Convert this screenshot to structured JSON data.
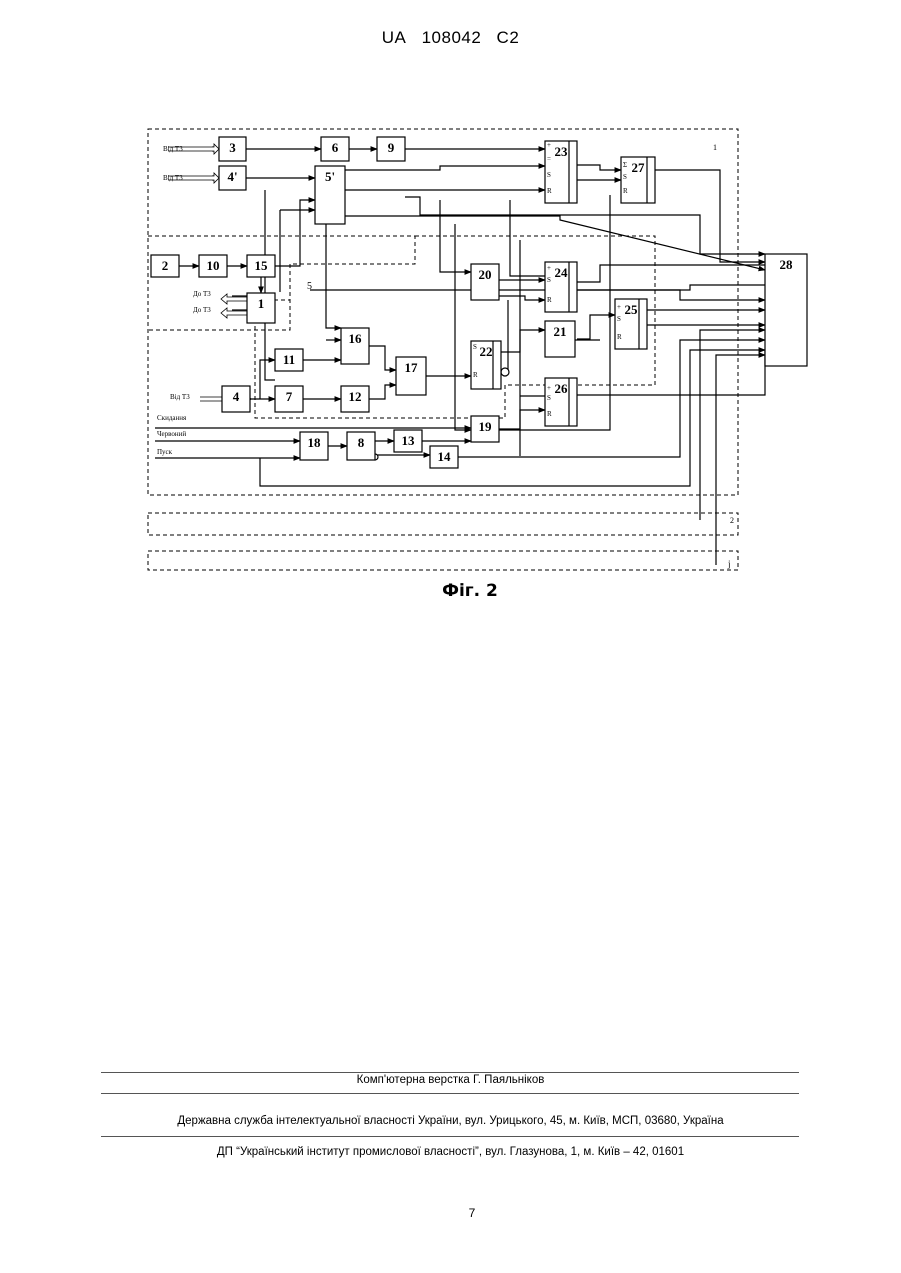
{
  "header": {
    "country": "UA",
    "number": "108042",
    "kind": "C2"
  },
  "figure": {
    "caption": "Фіг. 2",
    "blocks": [
      "1",
      "2",
      "3",
      "4",
      "4'",
      "5'",
      "6",
      "7",
      "8",
      "9",
      "10",
      "11",
      "12",
      "13",
      "14",
      "15",
      "16",
      "17",
      "18",
      "19",
      "20",
      "21",
      "22",
      "23",
      "24",
      "25",
      "26",
      "27",
      "28"
    ],
    "region_labels": {
      "r1": "1",
      "r2": "2",
      "rj": "j",
      "r5": "5"
    },
    "inputs": {
      "vid_t3_a": "Від Т3",
      "vid_t3_b": "Від Т3",
      "vid_t3_c": "Від Т3",
      "do_t3_a": "До Т3",
      "do_t3_b": "До Т3",
      "skid": "Скидання",
      "chervony": "Червоний",
      "pusk": "Пуск"
    }
  },
  "footer": {
    "layout": "Комп'ютерна верстка Г. Паяльніков",
    "agency": "Державна служба інтелектуальної власності України, вул. Урицького, 45, м. Київ, МСП, 03680, Україна",
    "institute": "ДП “Український інститут промислової власності”, вул. Глазунова, 1, м. Київ – 42, 01601"
  },
  "page_number": "7"
}
